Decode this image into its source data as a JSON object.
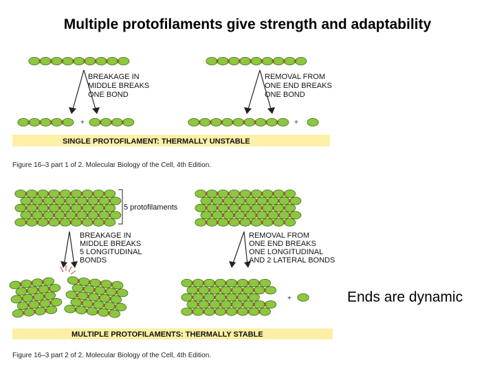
{
  "slide": {
    "title": "Multiple protofilaments give strength and adaptability",
    "side_note": "Ends are dynamic"
  },
  "panel1": {
    "left_label": [
      "BREAKAGE IN",
      "MIDDLE BREAKS",
      "ONE BOND"
    ],
    "right_label": [
      "REMOVAL FROM",
      "ONE END BREAKS",
      "ONE BOND"
    ],
    "plus": "+",
    "banner": "SINGLE PROTOFILAMENT: THERMALLY UNSTABLE",
    "caption": "Figure 16–3 part 1 of 2. Molecular Biology of the Cell, 4th Edition."
  },
  "panel2": {
    "bracket_label": "5 protofilaments",
    "left_label": [
      "BREAKAGE IN",
      "MIDDLE BREAKS",
      "5 LONGITUDINAL",
      "BONDS"
    ],
    "right_label": [
      "REMOVAL FROM",
      "ONE END BREAKS",
      "ONE LONGITUDINAL",
      "AND 2 LATERAL BONDS"
    ],
    "plus": "+",
    "banner": "MULTIPLE PROTOFILAMENTS: THERMALLY STABLE",
    "caption": "Figure 16–3 part 2 of 2. Molecular Biology of the Cell, 4th Edition."
  },
  "colors": {
    "subunit_fill": "#8dc63f",
    "subunit_stroke": "#3f6e1f",
    "bond": "#c0392b",
    "banner": "#fdf0a6"
  }
}
